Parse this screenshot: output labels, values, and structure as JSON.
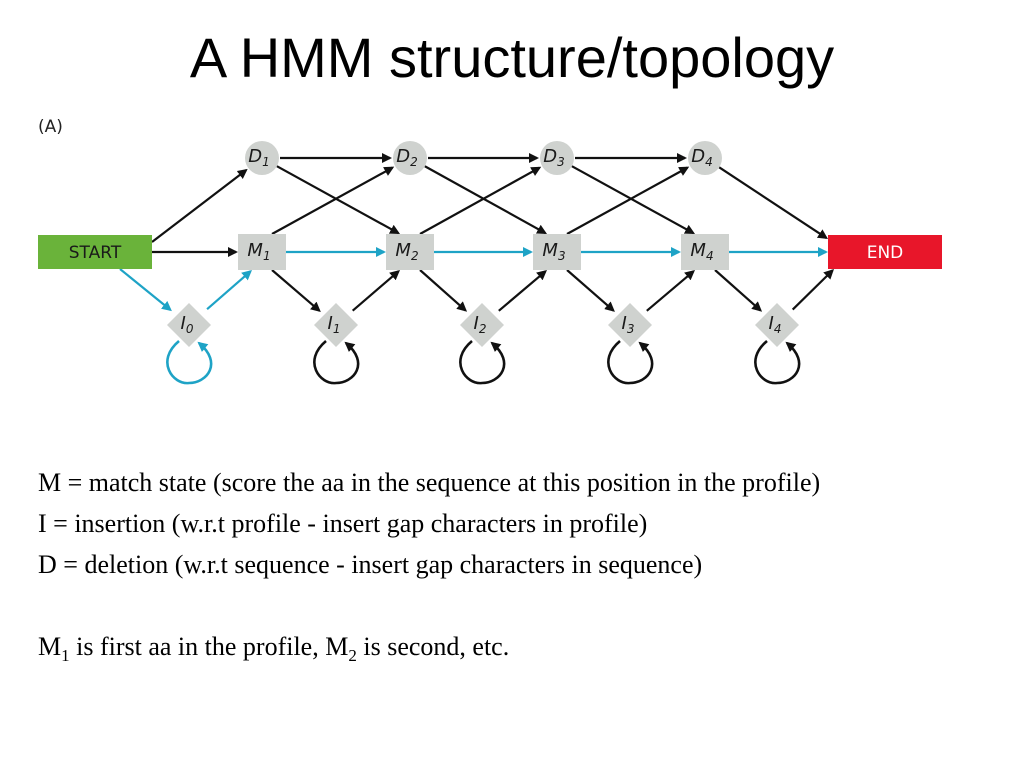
{
  "title": "A HMM structure/topology",
  "diagram": {
    "panel_label": "(A)",
    "start_label": "START",
    "end_label": "END",
    "colors": {
      "start": "#6ab33a",
      "end": "#e8162a",
      "state": "#cfd2cf",
      "arrow": "#111111",
      "highlight_arrow": "#1ea3c6"
    },
    "delete_states": [
      {
        "letter": "D",
        "sub": "1"
      },
      {
        "letter": "D",
        "sub": "2"
      },
      {
        "letter": "D",
        "sub": "3"
      },
      {
        "letter": "D",
        "sub": "4"
      }
    ],
    "match_states": [
      {
        "letter": "M",
        "sub": "1"
      },
      {
        "letter": "M",
        "sub": "2"
      },
      {
        "letter": "M",
        "sub": "3"
      },
      {
        "letter": "M",
        "sub": "4"
      }
    ],
    "insert_states": [
      {
        "letter": "I",
        "sub": "0"
      },
      {
        "letter": "I",
        "sub": "1"
      },
      {
        "letter": "I",
        "sub": "2"
      },
      {
        "letter": "I",
        "sub": "3"
      },
      {
        "letter": "I",
        "sub": "4"
      }
    ]
  },
  "body": {
    "line1": "M = match state (score the aa in the sequence at this position in the profile)",
    "line2": "I = insertion (w.r.t profile - insert gap characters in profile)",
    "line3": "D = deletion (w.r.t sequence - insert gap characters in sequence)",
    "line4": {
      "m1": "M",
      "m1_sub": "1",
      "mid": " is first aa in the profile, ",
      "m2": "M",
      "m2_sub": "2",
      "end": " is second, etc."
    }
  }
}
